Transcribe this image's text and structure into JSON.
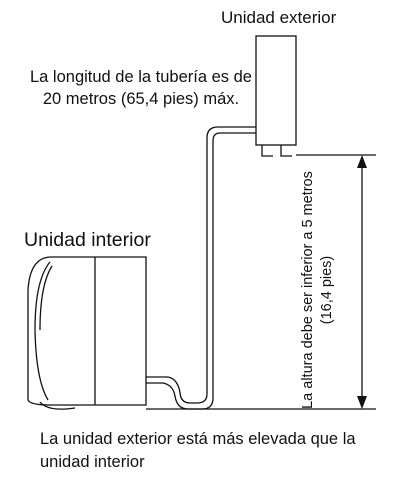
{
  "labels": {
    "outdoor_unit": "Unidad exterior",
    "pipe_length": "La longitud de la tubería es de 20 metros (65,4 pies) máx.",
    "indoor_unit": "Unidad interior",
    "height_limit": "La altura debe ser inferior a 5 metros (16,4 pies)",
    "caption": "La unidad exterior está más elevada que la unidad interior"
  }
}
